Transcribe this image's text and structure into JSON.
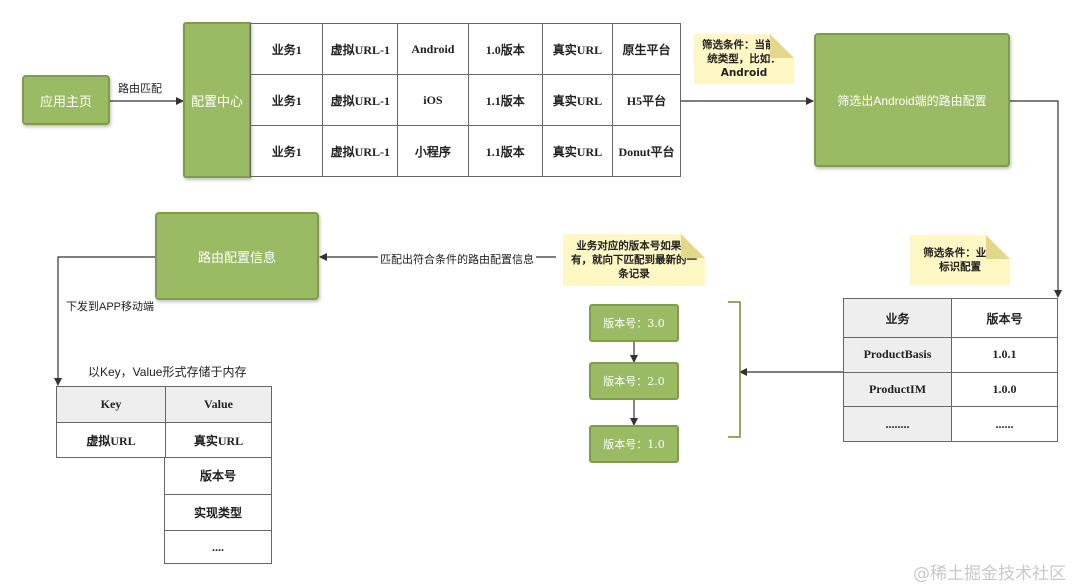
{
  "nodes": {
    "app_home": "应用主页",
    "config_center": "配置中心",
    "filter_android": "筛选出Android端的路由配置",
    "route_info": "路由配置信息"
  },
  "edge_labels": {
    "route_match": "路由匹配",
    "match_rule": "匹配出符合条件的路由配置信息",
    "send_app": "下发到APP移动端",
    "store_memory": "以Key，Value形式存储于内存"
  },
  "notes": {
    "filter_system": "筛选条件：当前系统类型，比如：Android",
    "filter_business": "筛选条件：业务标识配置",
    "version_rule": "业务对应的版本号如果没有，就向下匹配到最新的一条记录"
  },
  "config_table": {
    "rows": [
      [
        "业务1",
        "虚拟URL-1",
        "Android",
        "1.0版本",
        "真实URL",
        "原生平台"
      ],
      [
        "业务1",
        "虚拟URL-1",
        "iOS",
        "1.1版本",
        "真实URL",
        "H5平台"
      ],
      [
        "业务1",
        "虚拟URL-1",
        "小程序",
        "1.1版本",
        "真实URL",
        "Donut平台"
      ]
    ]
  },
  "business_table": {
    "headers": [
      "业务",
      "版本号"
    ],
    "rows": [
      [
        "ProductBasis",
        "1.0.1"
      ],
      [
        "ProductIM",
        "1.0.0"
      ],
      [
        "........",
        "......"
      ]
    ]
  },
  "versions": [
    "版本号：3.0",
    "版本号：2.0",
    "版本号：1.0"
  ],
  "kv_table": {
    "headers": [
      "Key",
      "Value"
    ],
    "key_rows": [
      "虚拟URL"
    ],
    "value_rows": [
      "真实URL",
      "版本号",
      "实现类型",
      "...."
    ]
  },
  "watermark": "@稀土掘金技术社区"
}
